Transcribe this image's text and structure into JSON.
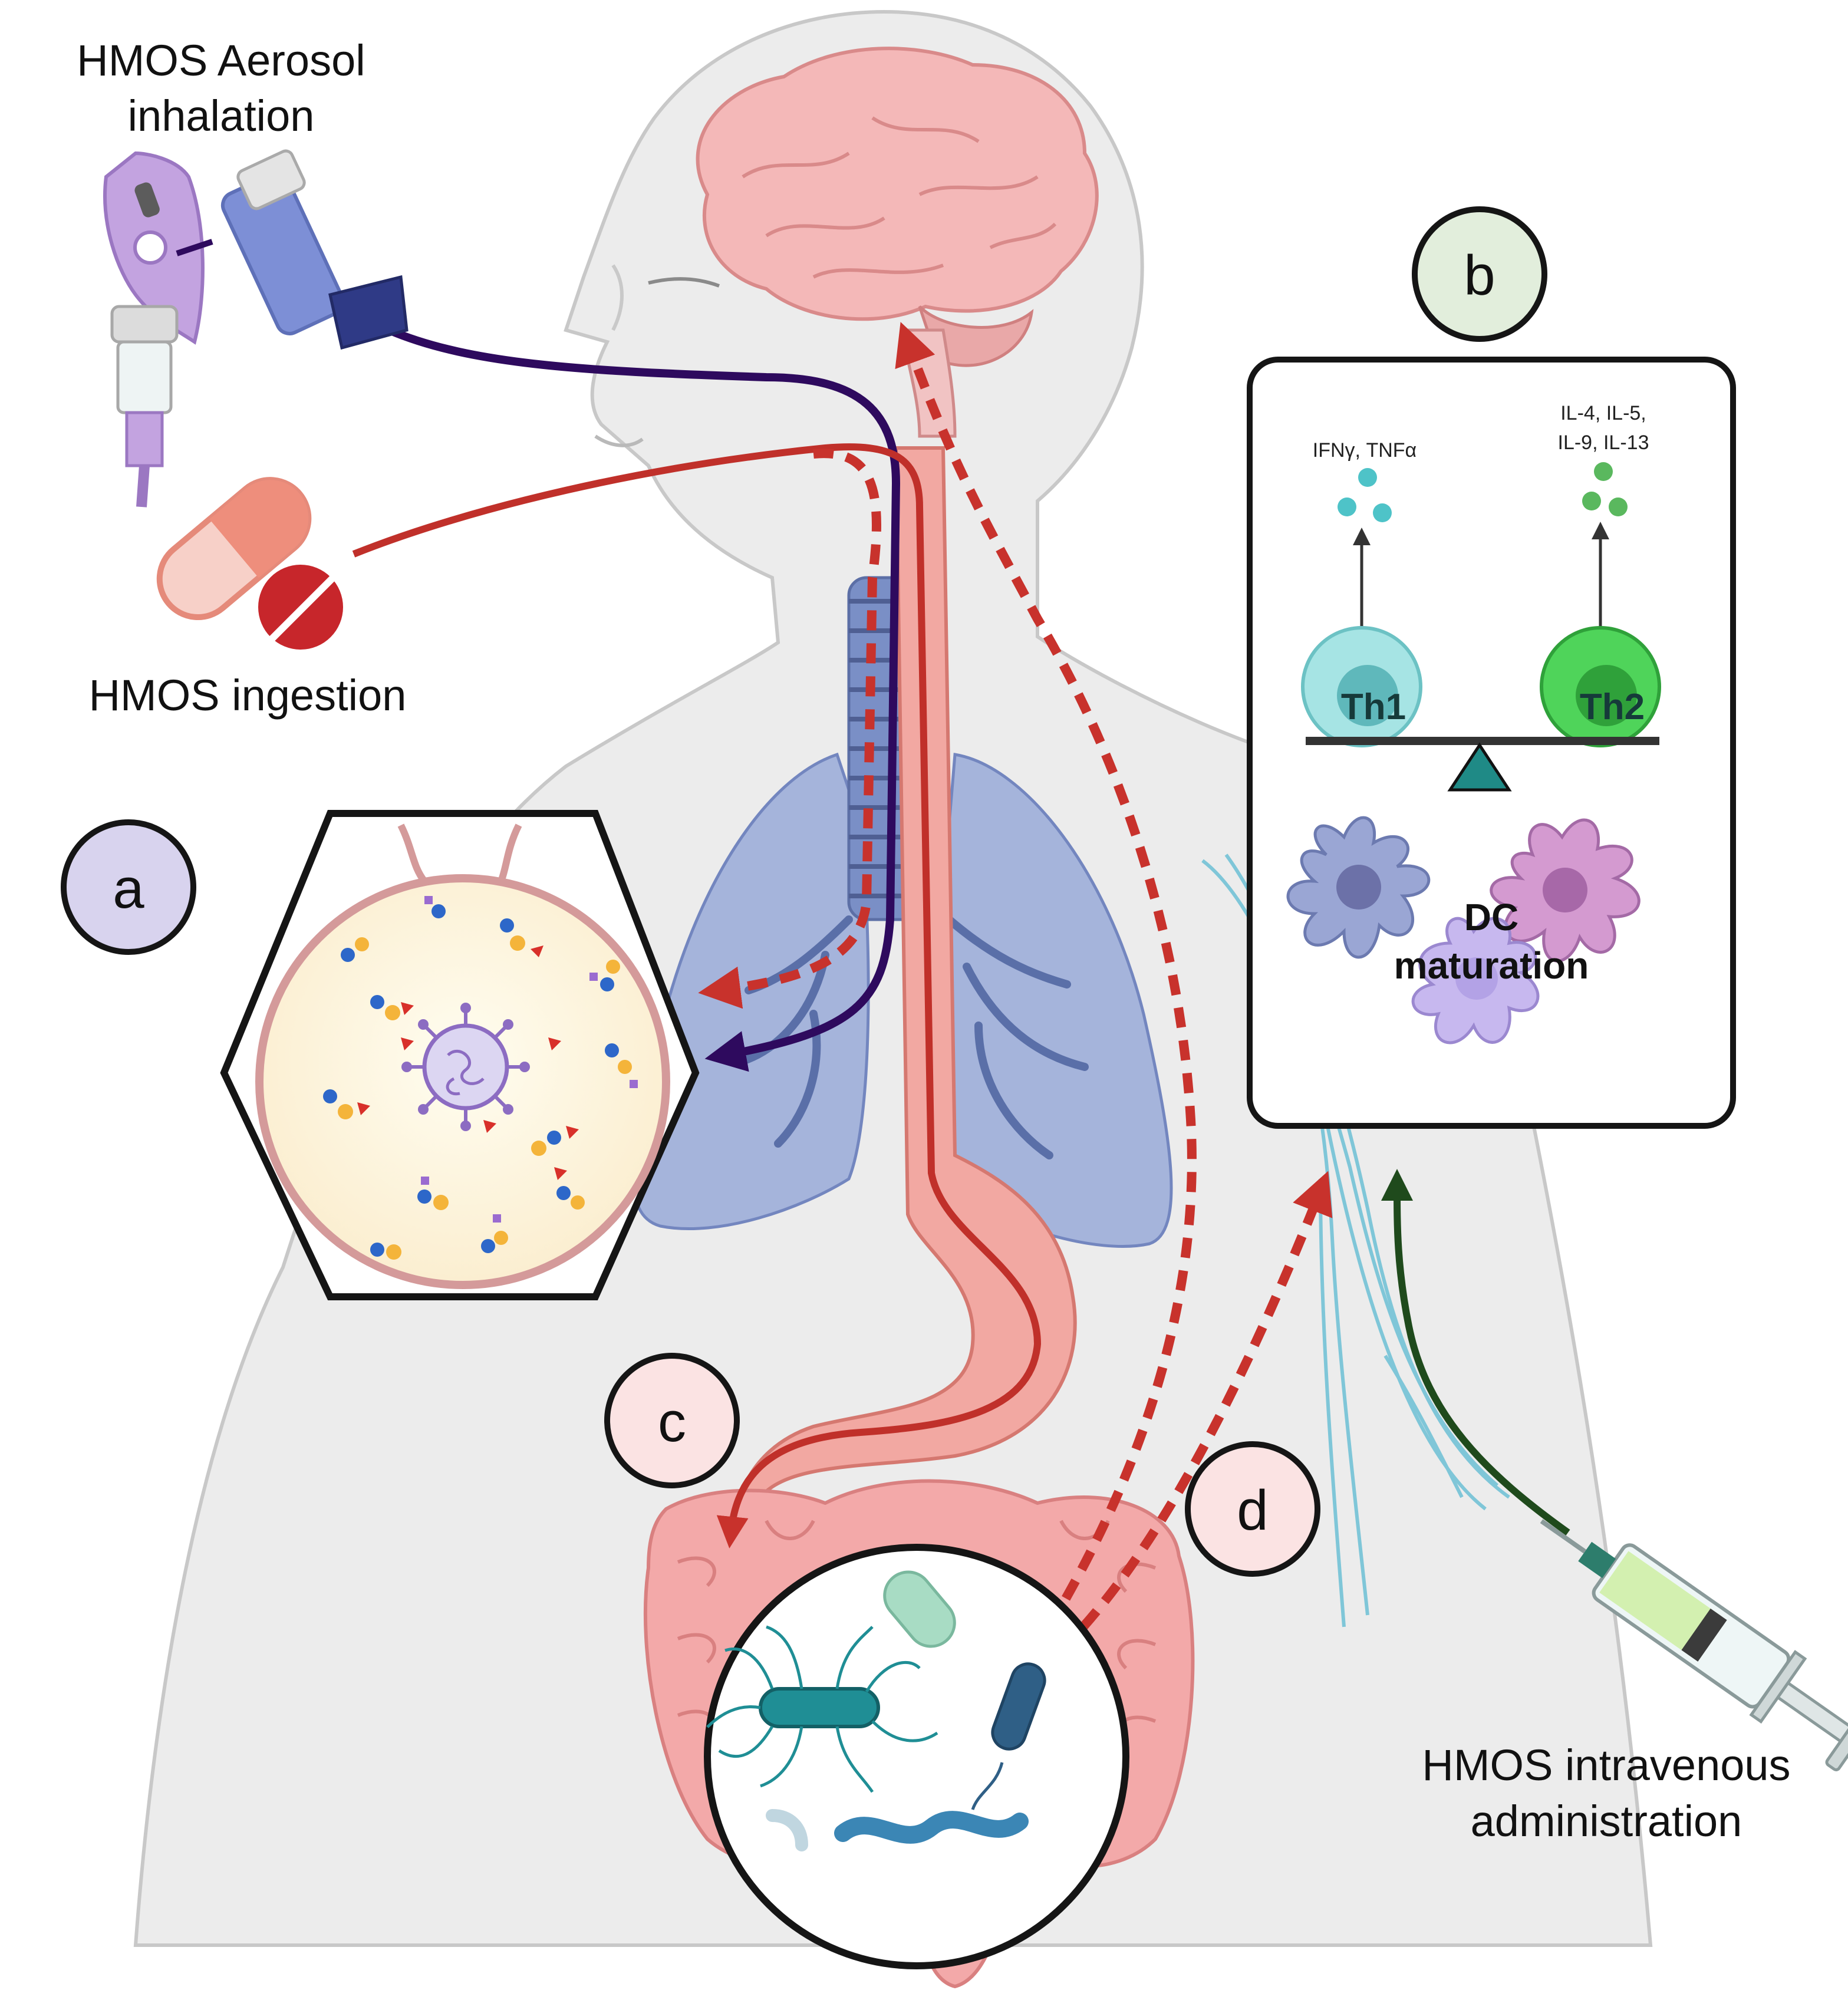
{
  "labels": {
    "aerosol": [
      "HMOS Aerosol",
      "inhalation"
    ],
    "ingestion": "HMOS ingestion",
    "intravenous": [
      "HMOS intravenous",
      "administration"
    ]
  },
  "panels": {
    "a": "a",
    "b": "b",
    "c": "c",
    "d": "d"
  },
  "panel_b": {
    "th1": "Th1",
    "th2": "Th2",
    "th1_cytokines": "IFNγ, TNFα",
    "th2_cytokines": [
      "IL-4, IL-5,",
      "IL-9, IL-13"
    ],
    "dc": [
      "DC",
      "maturation"
    ]
  },
  "colors": {
    "aerosol_route": "#2e0a5e",
    "ingestion_route": "#c0302a",
    "systemic_dashed": "#c8322c",
    "iv_route": "#1f4a1c",
    "th1": "#8fd8d8",
    "th2": "#3fcf48",
    "lungs": "#8ea2d6",
    "gut": "#f0a0a0",
    "brain": "#f4b8b8"
  },
  "icons": [
    "nebulizer-mask-icon",
    "inhaler-icon",
    "capsule-icon",
    "tablet-icon",
    "syringe-icon",
    "virus-icon",
    "bacteria-icon",
    "dendritic-cell-icon"
  ]
}
